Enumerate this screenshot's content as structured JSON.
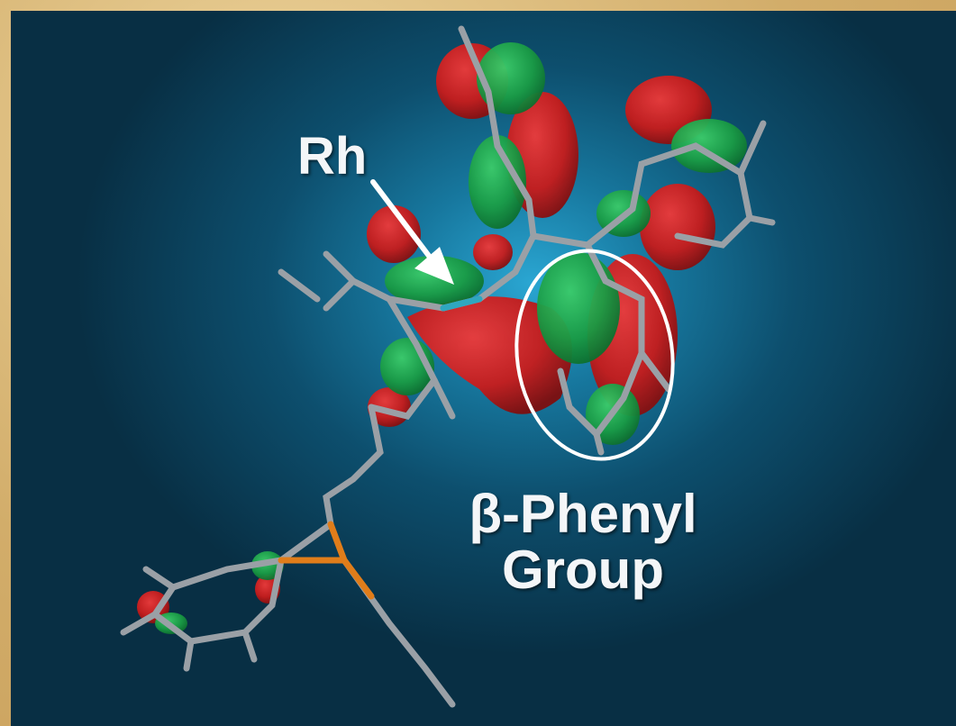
{
  "labels": {
    "metal": "Rh",
    "group_line1": "β-Phenyl",
    "group_line2": "Group"
  },
  "colors": {
    "lobe_positive": "#1a9c45",
    "lobe_negative": "#c81c1c",
    "bond_carbon": "#9aa0a6",
    "bond_phosphorus": "#e07d1a",
    "annotation": "#ffffff"
  }
}
